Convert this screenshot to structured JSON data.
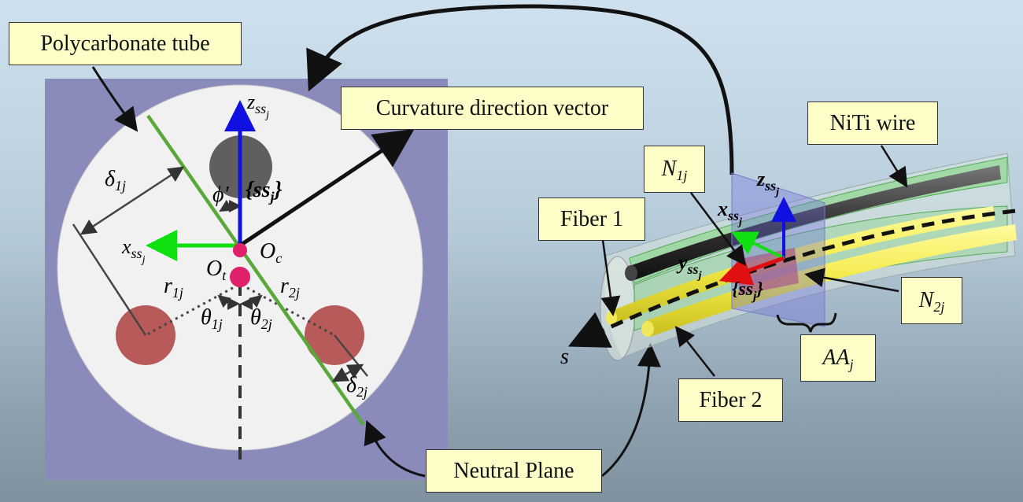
{
  "callouts": {
    "polycarbonate_tube": "Polycarbonate tube",
    "curvature_vector": "Curvature direction vector",
    "niti_wire": "NiTi wire",
    "fiber1": "Fiber 1",
    "fiber2": "Fiber 2",
    "neutral_plane": "Neutral Plane",
    "n1": {
      "main": "N",
      "sub": "1j"
    },
    "n2": {
      "main": "N",
      "sub": "2j"
    },
    "aa": {
      "main": "AA",
      "sub": "j"
    }
  },
  "symbols": {
    "z_ss_left": "z",
    "x_ss_left": "x",
    "ss_sub": "ss",
    "j_sub": "j",
    "frame_left": "{ss",
    "frame_close": "}",
    "phi": "ϕ′",
    "oc": "O",
    "oc_sub": "c",
    "ot": "O",
    "ot_sub": "t",
    "delta1": "δ",
    "delta1_sub": "1j",
    "delta2": "δ",
    "delta2_sub": "2j",
    "r1": "r",
    "r1_sub": "1j",
    "r2": "r",
    "r2_sub": "2j",
    "theta1": "θ",
    "theta1_sub": "1j",
    "theta2": "θ",
    "theta2_sub": "2j",
    "z_ss_right": "z",
    "x_ss_right": "x",
    "y_ss_right": "y",
    "s_label": "s"
  },
  "colors": {
    "panel": "#8a8abb",
    "disk": "#f1f1f1",
    "neutral_plane": "#5aa83a",
    "z_axis": "#1010e0",
    "x_axis": "#10e010",
    "y_axis": "#e01010",
    "fiber_hole": "#b85a5a",
    "niti_hole": "#5a5a5a",
    "origin": "#e0206a",
    "fiber_yellow": "#f5ef5a",
    "wire_dark": "#333333",
    "tube_green": "#8ed88e"
  }
}
